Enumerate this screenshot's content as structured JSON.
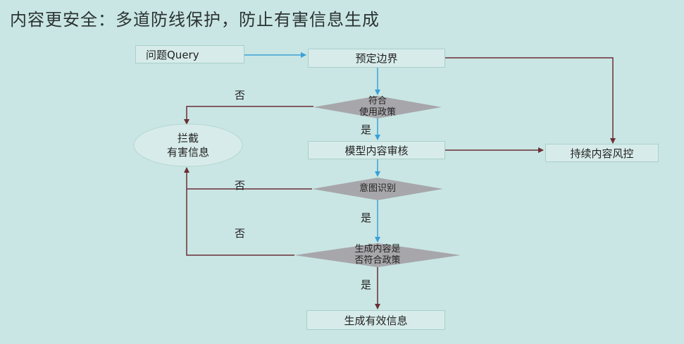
{
  "title": "内容更安全：多道防线保护，防止有害信息生成",
  "nodes": {
    "query": "问题Query",
    "boundary": "预定边界",
    "policy_check_1": "符合",
    "policy_check_2": "使用政策",
    "block_1": "拦截",
    "block_2": "有害信息",
    "model_review": "模型内容审核",
    "continuous_control": "持续内容风控",
    "intent": "意图识别",
    "gen_check_1": "生成内容是",
    "gen_check_2": "否符合政策",
    "output": "生成有效信息"
  },
  "edge_labels": {
    "yes_1": "是",
    "yes_2": "是",
    "yes_3": "是",
    "no_1": "否",
    "no_2": "否",
    "no_3": "否"
  },
  "colors": {
    "background": "#c9e6e4",
    "box_fill": "#d7ecea",
    "diamond_fill": "#a7a7ab",
    "arrow_blue": "#3aa0d8",
    "arrow_dark": "#6b2f36"
  }
}
